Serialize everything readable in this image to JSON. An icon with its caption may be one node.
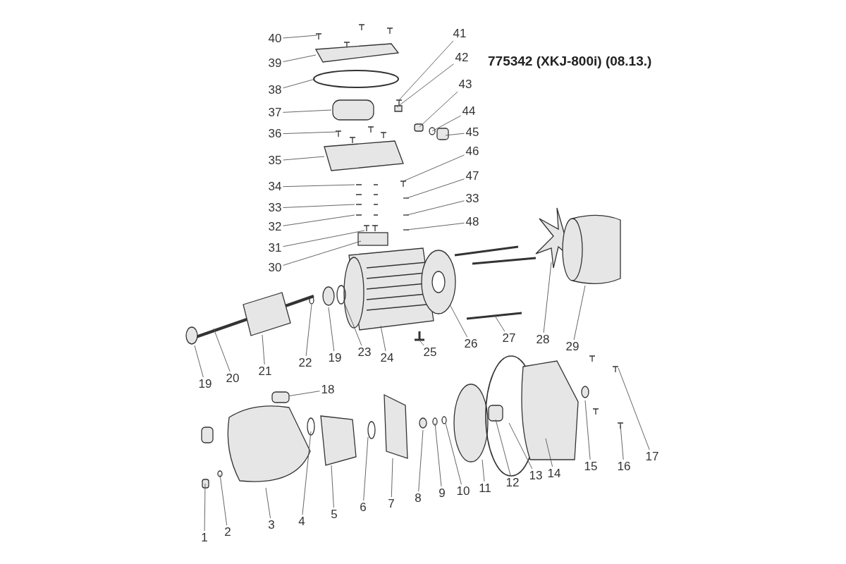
{
  "diagram": {
    "title": "775342 (XKJ-800i) (08.13.)",
    "nodes": [
      {
        "text": [
          "40"
        ]
      },
      {
        "text": [
          "39"
        ]
      },
      {
        "text": [
          "38"
        ]
      },
      {
        "text": [
          "37"
        ]
      },
      {
        "text": [
          "36"
        ]
      },
      {
        "text": [
          "35"
        ]
      },
      {
        "text": [
          "34"
        ]
      },
      {
        "text": [
          "33"
        ]
      },
      {
        "text": [
          "32"
        ]
      },
      {
        "text": [
          "31"
        ]
      },
      {
        "text": [
          "30"
        ]
      },
      {
        "text": [
          "41"
        ]
      },
      {
        "text": [
          "42"
        ]
      },
      {
        "text": [
          "43"
        ]
      },
      {
        "text": [
          "44"
        ]
      },
      {
        "text": [
          "45"
        ]
      },
      {
        "text": [
          "46"
        ]
      },
      {
        "text": [
          "47"
        ]
      },
      {
        "text": [
          "33"
        ]
      },
      {
        "text": [
          "48"
        ]
      },
      {
        "text": [
          "29"
        ]
      },
      {
        "text": [
          "28"
        ]
      },
      {
        "text": [
          "27"
        ]
      },
      {
        "text": [
          "26"
        ]
      },
      {
        "text": [
          "25"
        ]
      },
      {
        "text": [
          "24"
        ]
      },
      {
        "text": [
          "23"
        ]
      },
      {
        "text": [
          "19"
        ]
      },
      {
        "text": [
          "22"
        ]
      },
      {
        "text": [
          "21"
        ]
      },
      {
        "text": [
          "20"
        ]
      },
      {
        "text": [
          "19"
        ]
      },
      {
        "text": [
          "18"
        ]
      },
      {
        "text": [
          "17"
        ]
      },
      {
        "text": [
          "16"
        ]
      },
      {
        "text": [
          "15"
        ]
      },
      {
        "text": [
          "14"
        ]
      },
      {
        "text": [
          "13"
        ]
      },
      {
        "text": [
          "12"
        ]
      },
      {
        "text": [
          "11"
        ]
      },
      {
        "text": [
          "10"
        ]
      },
      {
        "text": [
          "9"
        ]
      },
      {
        "text": [
          "8"
        ]
      },
      {
        "text": [
          "7"
        ]
      },
      {
        "text": [
          "6"
        ]
      },
      {
        "text": [
          "5"
        ]
      },
      {
        "text": [
          "4"
        ]
      },
      {
        "text": [
          "3"
        ]
      },
      {
        "text": [
          "2"
        ]
      },
      {
        "text": [
          "1"
        ]
      },
      {
        "text": [],
        "shape": "cylinder"
      }
    ],
    "edges": [
      {
        "from": 0,
        "to": null,
        "arrow": "none"
      },
      {
        "from": 1,
        "to": null,
        "arrow": "none"
      },
      {
        "from": 2,
        "to": null,
        "arrow": "none"
      },
      {
        "from": 3,
        "to": null,
        "arrow": "none"
      },
      {
        "from": 4,
        "to": null,
        "arrow": "none"
      },
      {
        "from": 5,
        "to": null,
        "arrow": "none"
      },
      {
        "from": 6,
        "to": null,
        "arrow": "none"
      },
      {
        "from": 7,
        "to": null,
        "arrow": "none"
      },
      {
        "from": 8,
        "to": null,
        "arrow": "none"
      },
      {
        "from": 9,
        "to": null,
        "arrow": "none"
      },
      {
        "from": 10,
        "to": null,
        "arrow": "none"
      },
      {
        "from": 11,
        "to": null,
        "arrow": "none"
      },
      {
        "from": 12,
        "to": null,
        "arrow": "none"
      },
      {
        "from": 13,
        "to": null,
        "arrow": "none"
      },
      {
        "from": 14,
        "to": null,
        "arrow": "none"
      },
      {
        "from": 15,
        "to": null,
        "arrow": "none"
      },
      {
        "from": 16,
        "to": null,
        "arrow": "none"
      },
      {
        "from": 17,
        "to": null,
        "arrow": "none"
      },
      {
        "from": 18,
        "to": null,
        "arrow": "none"
      },
      {
        "from": 19,
        "to": null,
        "arrow": "none"
      },
      {
        "from": 20,
        "to": null,
        "arrow": "none"
      },
      {
        "from": 21,
        "to": null,
        "arrow": "none"
      },
      {
        "from": 22,
        "to": null,
        "arrow": "none"
      },
      {
        "from": 23,
        "to": null,
        "arrow": "none"
      },
      {
        "from": 24,
        "to": null,
        "arrow": "none"
      },
      {
        "from": 25,
        "to": null,
        "arrow": "none"
      },
      {
        "from": 26,
        "to": null,
        "arrow": "none"
      },
      {
        "from": 27,
        "to": null,
        "arrow": "none"
      },
      {
        "from": 28,
        "to": null,
        "arrow": "none"
      },
      {
        "from": 29,
        "to": null,
        "arrow": "none"
      },
      {
        "from": 30,
        "to": null,
        "arrow": "none"
      },
      {
        "from": 31,
        "to": null,
        "arrow": "none"
      },
      {
        "from": 32,
        "to": 50,
        "arrow": "none"
      },
      {
        "from": 33,
        "to": null,
        "arrow": "none"
      },
      {
        "from": 34,
        "to": null,
        "arrow": "none"
      },
      {
        "from": 35,
        "to": null,
        "arrow": "none"
      },
      {
        "from": 36,
        "to": null,
        "arrow": "none"
      },
      {
        "from": 37,
        "to": null,
        "arrow": "none"
      },
      {
        "from": 38,
        "to": null,
        "arrow": "none"
      },
      {
        "from": 39,
        "to": null,
        "arrow": "none"
      },
      {
        "from": 40,
        "to": null,
        "arrow": "none"
      },
      {
        "from": 41,
        "to": null,
        "arrow": "none"
      },
      {
        "from": 42,
        "to": null,
        "arrow": "none"
      },
      {
        "from": 43,
        "to": null,
        "arrow": "none"
      },
      {
        "from": 44,
        "to": null,
        "arrow": "none"
      },
      {
        "from": 45,
        "to": null,
        "arrow": "none"
      },
      {
        "from": 46,
        "to": null,
        "arrow": "none"
      },
      {
        "from": 47,
        "to": null,
        "arrow": "none"
      },
      {
        "from": 48,
        "to": null,
        "arrow": "none"
      },
      {
        "from": 49,
        "to": null,
        "arrow": "none"
      }
    ]
  }
}
